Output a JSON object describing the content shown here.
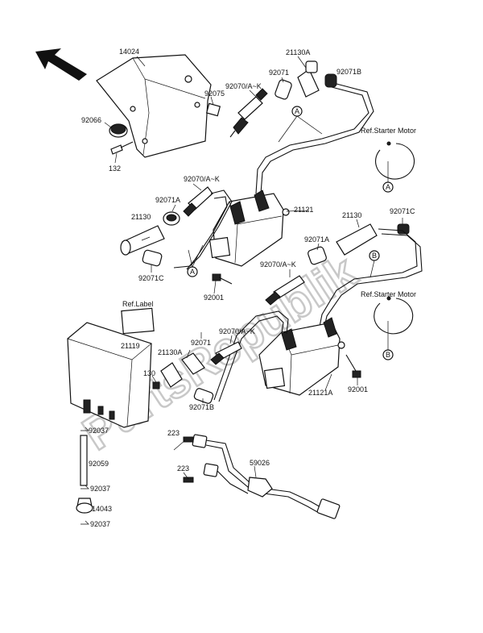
{
  "watermark": "PartsRepublik",
  "callouts": {
    "c14024": "14024",
    "c92075": "92075",
    "c92066": "92066",
    "c132": "132",
    "c92070a": "92070/A~K",
    "c92071a": "92071",
    "c21130a": "21130A",
    "c92071b": "92071B",
    "c92070b": "92070/A~K",
    "c92071a2": "92071A",
    "c21130": "21130",
    "c92071c": "92071C",
    "c21121": "21121",
    "c21130b": "21130",
    "c92071c2": "92071C",
    "c92071a3": "92071A",
    "c92070c": "92070/A~K",
    "c92001": "92001",
    "c21119": "21119",
    "c21130a2": "21130A",
    "c92071": "92071",
    "c92070d": "92070/A~K",
    "c130": "130",
    "c92071b2": "92071B",
    "c21121a": "21121A",
    "c92001b": "92001",
    "c92037a": "92037",
    "c92059": "92059",
    "c92037b": "92037",
    "c14043": "14043",
    "c92037c": "92037",
    "c223a": "223",
    "c223b": "223",
    "c59026": "59026"
  },
  "refs": {
    "starter_motor_1": "Ref.Starter Motor",
    "starter_motor_2": "Ref.Starter Motor",
    "ref_label": "Ref.Label"
  },
  "markers": {
    "a1": "A",
    "a2": "A",
    "a3": "A",
    "b1": "B",
    "b2": "B"
  },
  "icons": {
    "direction": "front-arrow-icon"
  }
}
